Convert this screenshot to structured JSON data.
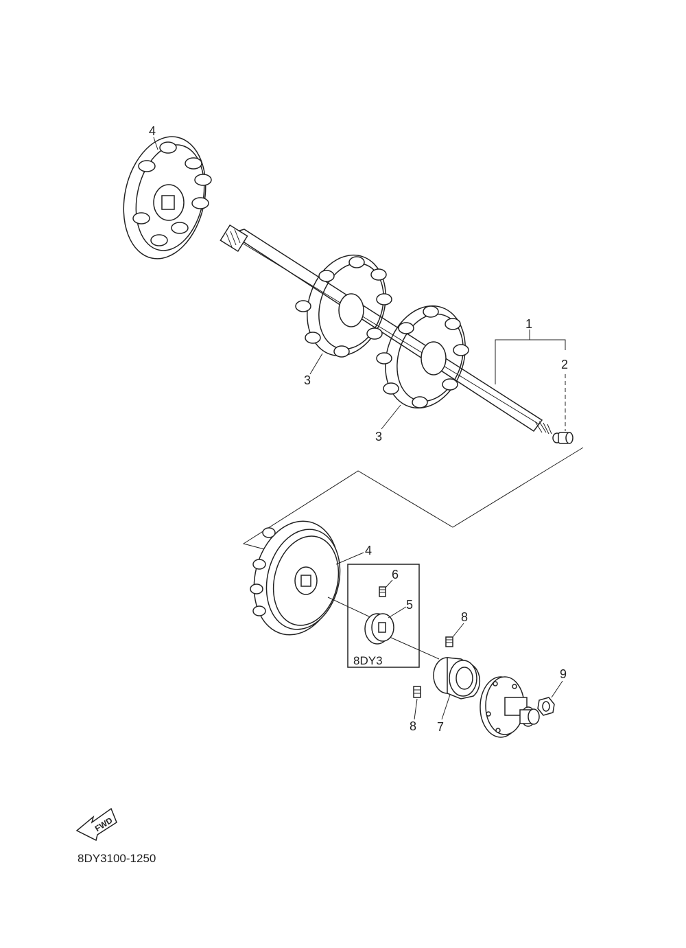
{
  "callouts": {
    "c1": "1",
    "c2": "2",
    "c3a": "3",
    "c3b": "3",
    "c4a": "4",
    "c4b": "4",
    "c5": "5",
    "c6": "6",
    "c7": "7",
    "c8a": "8",
    "c8b": "8",
    "c9": "9"
  },
  "variant_box_label": "8DY3",
  "fwd_label": "FWD",
  "diagram_code": "8DY3100-1250"
}
